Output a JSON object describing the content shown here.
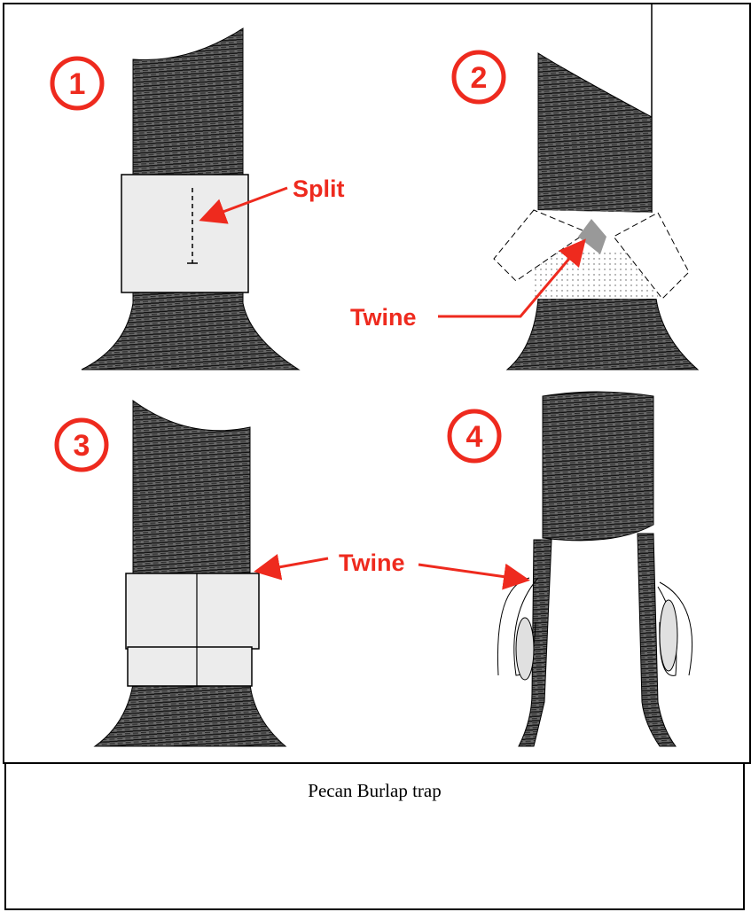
{
  "figure": {
    "step_numbers": [
      "1",
      "2",
      "3",
      "4"
    ],
    "labels": {
      "split": "Split",
      "twine_step2": "Twine",
      "twine_step3_4": "Twine"
    },
    "accent_color": "#ee2a1e"
  },
  "caption": "Pecan Burlap trap"
}
